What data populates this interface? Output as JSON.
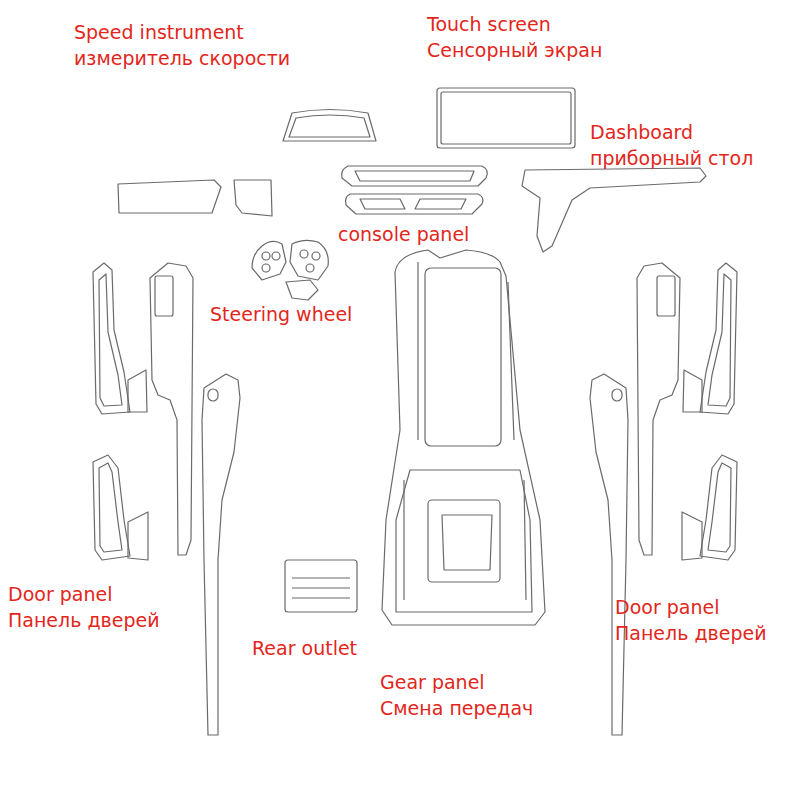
{
  "diagram": {
    "labels": [
      "Speed instrument",
      "измеритель скорости",
      "Touch screen",
      "Сенсорный экран",
      "Dashboard",
      "приборный стол",
      "console panel",
      "Steering wheel",
      "Door panel",
      "Панель дверей",
      "Rear outlet",
      "Gear panel",
      "Смена передач",
      "Door panel",
      "Панель дверей"
    ]
  }
}
